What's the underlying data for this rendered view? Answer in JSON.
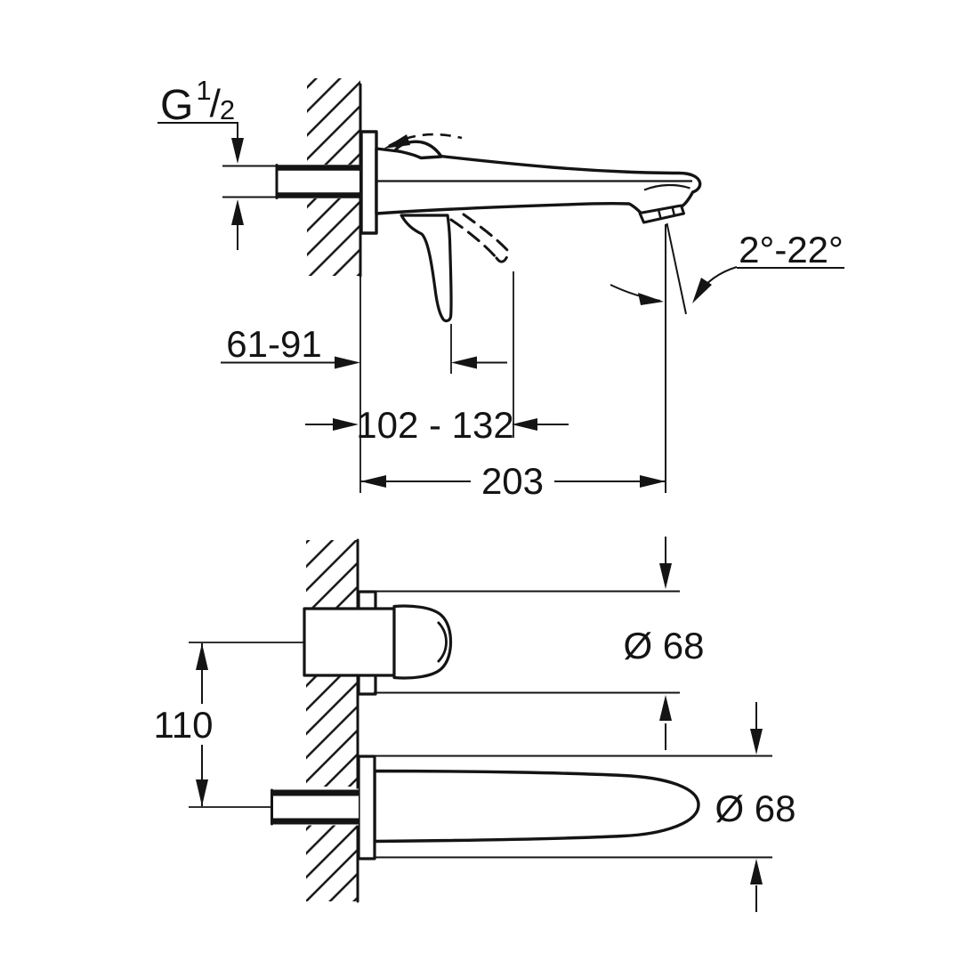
{
  "drawing": {
    "type": "faucet-installation-dimension-drawing",
    "background": "#ffffff",
    "line_color": "#141414",
    "side_view": {
      "thread": {
        "base": "G",
        "sup": "1",
        "slash": "/",
        "sub": "2"
      },
      "dim_handle_min": "61-91",
      "dim_handle_max": "102 - 132",
      "dim_reach": "203",
      "dim_angle": "2°-22°"
    },
    "plan_view": {
      "dim_height": "110",
      "dim_diameter_handle": "Ø 68",
      "dim_diameter_spout": "Ø 68"
    }
  }
}
